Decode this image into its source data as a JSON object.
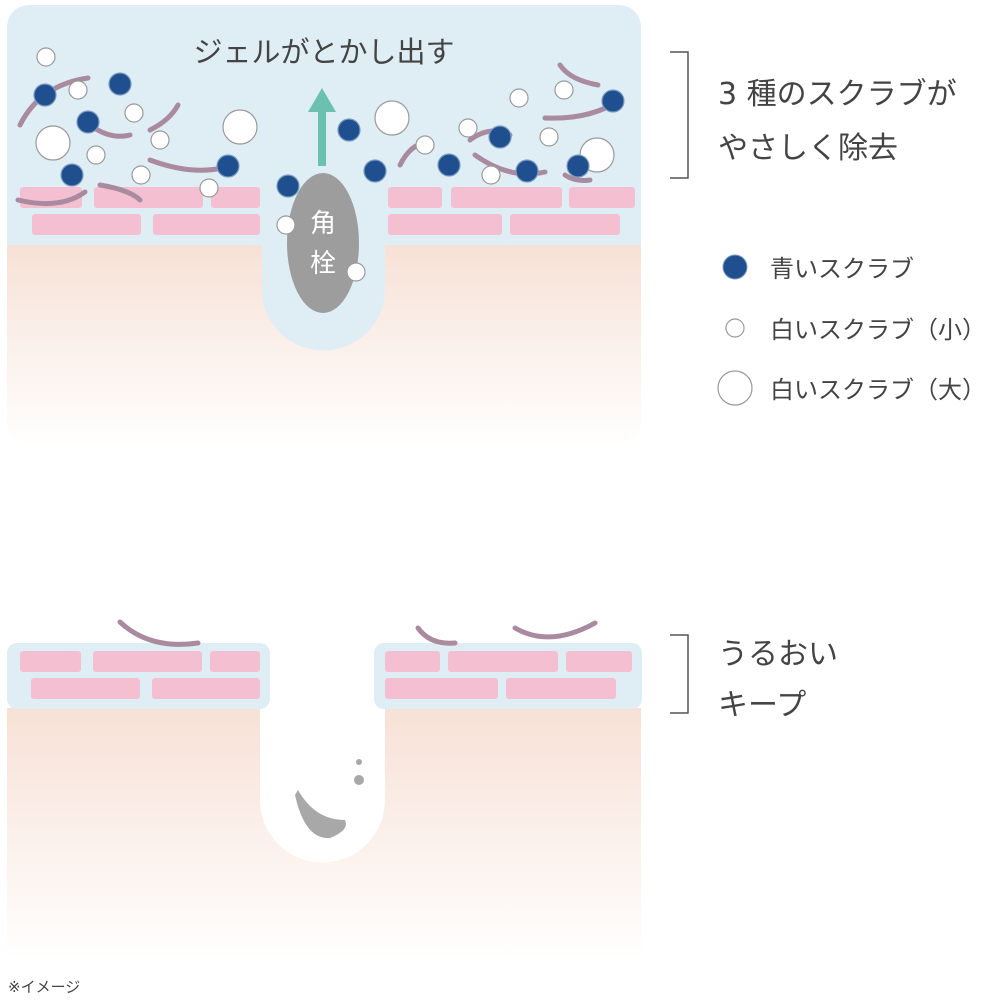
{
  "top": {
    "caption": "ジェルがとかし出す",
    "plug_label_1": "角",
    "plug_label_2": "栓",
    "heading_line1": "3 種のスクラブが",
    "heading_line2": "やさしく除去"
  },
  "legend": {
    "items": [
      {
        "label": "青いスクラブ",
        "icon": "blue-scrub-dot"
      },
      {
        "label": "白いスクラブ（小）",
        "icon": "small-white-scrub-dot"
      },
      {
        "label": "白いスクラブ（大）",
        "icon": "large-white-scrub-dot"
      }
    ]
  },
  "bottom": {
    "heading_line1": "うるおい",
    "heading_line2": "キープ"
  },
  "footnote": "※イメージ",
  "colors": {
    "gel": "#dfeef5",
    "brick": "#f4bfd0",
    "blue_scrub": "#1f4f8e",
    "arrow": "#6cc0b0",
    "plug": "#9d9d9d",
    "swoosh": "#a98a9f"
  }
}
